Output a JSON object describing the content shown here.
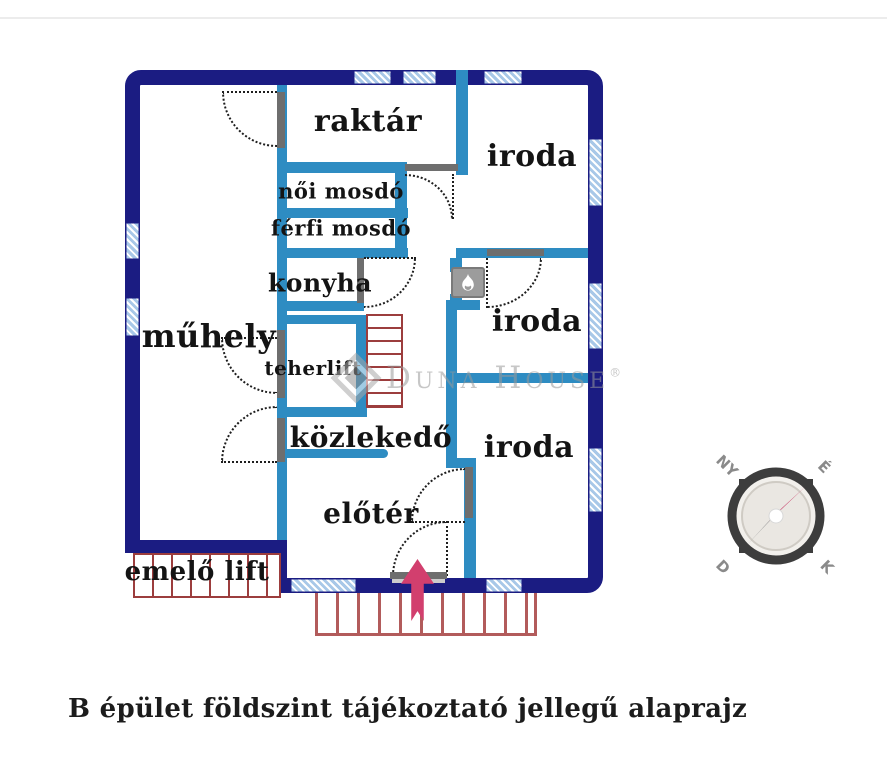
{
  "plan": {
    "rooms": {
      "raktar": "raktár",
      "iroda_top": "iroda",
      "noi_mosdo": "női mosdó",
      "ferfi_mosdo": "férfi mosdó",
      "konyha": "konyha",
      "muhely": "műhely",
      "teherlift": "teherlift",
      "kozlekedo": "közlekedő",
      "iroda_middle": "iroda",
      "iroda_bottom": "iroda",
      "eloter": "előtér",
      "emelo_lift": "emelő lift"
    },
    "caption": "B épület földszint tájékoztató jellegű alaprajz",
    "watermark": {
      "text": "Duna House",
      "registered": "®"
    },
    "compass": {
      "nw": "NY",
      "ne": "É",
      "sw": "D",
      "se": "K"
    },
    "colors": {
      "outer_wall": "#1b1c82",
      "inner_wall": "#2e8cc2",
      "window": "#a8c8e8",
      "door_jamb": "#6e6e6e",
      "stairs": "#9c3d3d",
      "entrance_arrow": "#d23f6e"
    }
  }
}
